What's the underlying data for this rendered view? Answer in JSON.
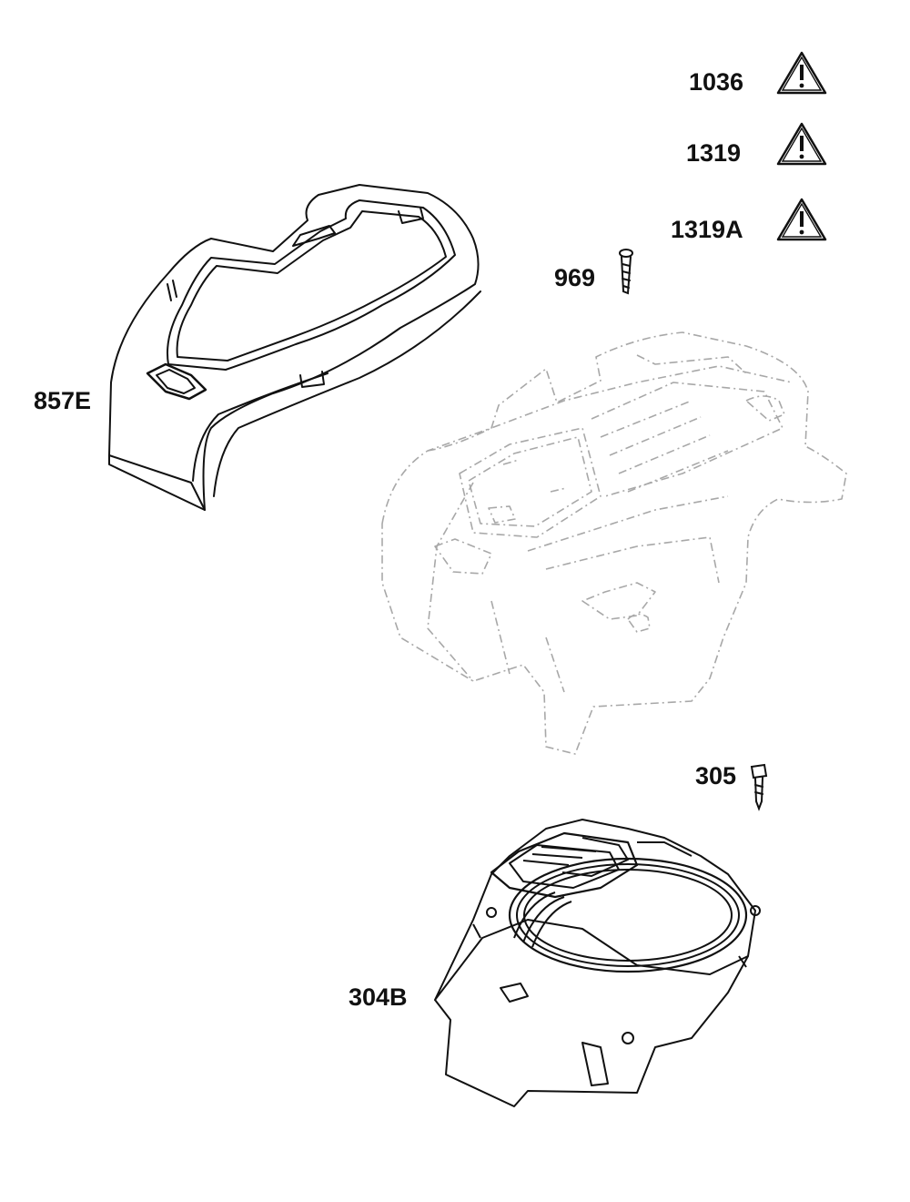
{
  "colors": {
    "ink": "#111111",
    "ghost_ink": "#a8a8a8",
    "background": "#ffffff"
  },
  "parts": [
    {
      "id": "warning-1036",
      "label": "1036",
      "icon": "warning-triangle-icon"
    },
    {
      "id": "warning-1319",
      "label": "1319",
      "icon": "warning-triangle-icon"
    },
    {
      "id": "warning-1319A",
      "label": "1319A",
      "icon": "warning-triangle-icon"
    },
    {
      "id": "screw-969",
      "label": "969",
      "icon": "screw-icon"
    },
    {
      "id": "cover-857E",
      "label": "857E",
      "icon": "engine-cover-icon"
    },
    {
      "id": "screw-305",
      "label": "305",
      "icon": "screw-icon"
    },
    {
      "id": "housing-304B",
      "label": "304B",
      "icon": "blower-housing-icon"
    }
  ],
  "reference_assembly": {
    "icon": "engine-shroud-reference-icon"
  }
}
